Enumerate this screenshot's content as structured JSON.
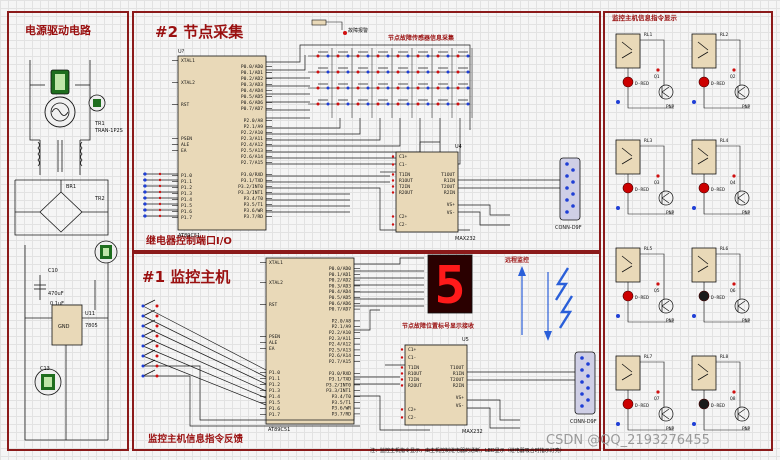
{
  "sections": {
    "power": "电源驱动电路",
    "node": "#2 节点采集",
    "relay_port": "继电器控制端口I/O",
    "master": "#1 监控主机",
    "master_feedback": "监控主机信息指令反馈",
    "relay_display": "监控主机信息指令显示"
  },
  "labels": {
    "sensor_info": "节点故障传感器信息采集",
    "fault_display": "节点故障位置标号显示接收",
    "remote_monitor": "远程监控",
    "fault_alarm": "故障报警",
    "footnote": "注：监控主机指令显示，由主机控制继电器的通断，LED显示（继电器吸合时指示灯亮）",
    "watermark": "CSDN @QQ_2193276455",
    "seven_seg_digit": "5"
  },
  "components": {
    "transformer": "TR1",
    "transformer_type": "TRAN-1P2S",
    "bridge": "BR1",
    "tr2": "TR2",
    "regulator": "U11",
    "regulator_type": "7805",
    "reg_gnd": "GND",
    "c10": "C10",
    "c10_val": "470uF",
    "c13": "C13",
    "c_small": "0.1uF",
    "mcu_node": "U?",
    "mcu_type": "AT89C51",
    "max_node": "U4",
    "max_master": "U5",
    "max_type": "MAX232",
    "conn": "CONN-D9F",
    "pnp": "PNP",
    "led_red": "D-RED"
  },
  "mcu_left_pins": [
    "XTAL1",
    "XTAL2",
    "RST",
    "PSEN",
    "ALE",
    "EA",
    "P1.0",
    "P1.1",
    "P1.2",
    "P1.3",
    "P1.4",
    "P1.5",
    "P1.6",
    "P1.7"
  ],
  "mcu_right_pins": [
    "P0.0/AD0",
    "P0.1/AD1",
    "P0.2/AD2",
    "P0.3/AD3",
    "P0.4/AD4",
    "P0.5/AD5",
    "P0.6/AD6",
    "P0.7/AD7",
    "P2.0/A8",
    "P2.1/A9",
    "P2.2/A10",
    "P2.3/A11",
    "P2.4/A12",
    "P2.5/A13",
    "P2.6/A14",
    "P2.7/A15",
    "P3.0/RXD",
    "P3.1/TXD",
    "P3.2/INT0",
    "P3.3/INT1",
    "P3.4/T0",
    "P3.5/T1",
    "P3.6/WR",
    "P3.7/RD"
  ],
  "max_left_pins": [
    "C1+",
    "C1-",
    "T1IN",
    "R1OUT",
    "T2IN",
    "R2OUT",
    "C2+",
    "C2-"
  ],
  "max_right_pins": [
    "T1OUT",
    "R1IN",
    "T2OUT",
    "R2IN",
    "VS+",
    "VS-"
  ],
  "relay_labels": [
    "RL1",
    "RL2",
    "RL3",
    "RL4",
    "RL5",
    "RL6",
    "RL7",
    "RL8"
  ],
  "transistor_labels": [
    "Q1",
    "Q2",
    "Q3",
    "Q4",
    "Q5",
    "Q6",
    "Q7",
    "Q8"
  ],
  "colors": {
    "section_border": "#8b1a1a",
    "title": "#9a1010",
    "wire": "#1a1a1a",
    "led_red": "#cc0000",
    "seven_seg_bg": "#2a0000",
    "seven_seg_on": "#ff1a1a",
    "arrow": "#2a5fd9",
    "pin_blue": "#1f3fd6",
    "pin_red": "#d01010"
  }
}
